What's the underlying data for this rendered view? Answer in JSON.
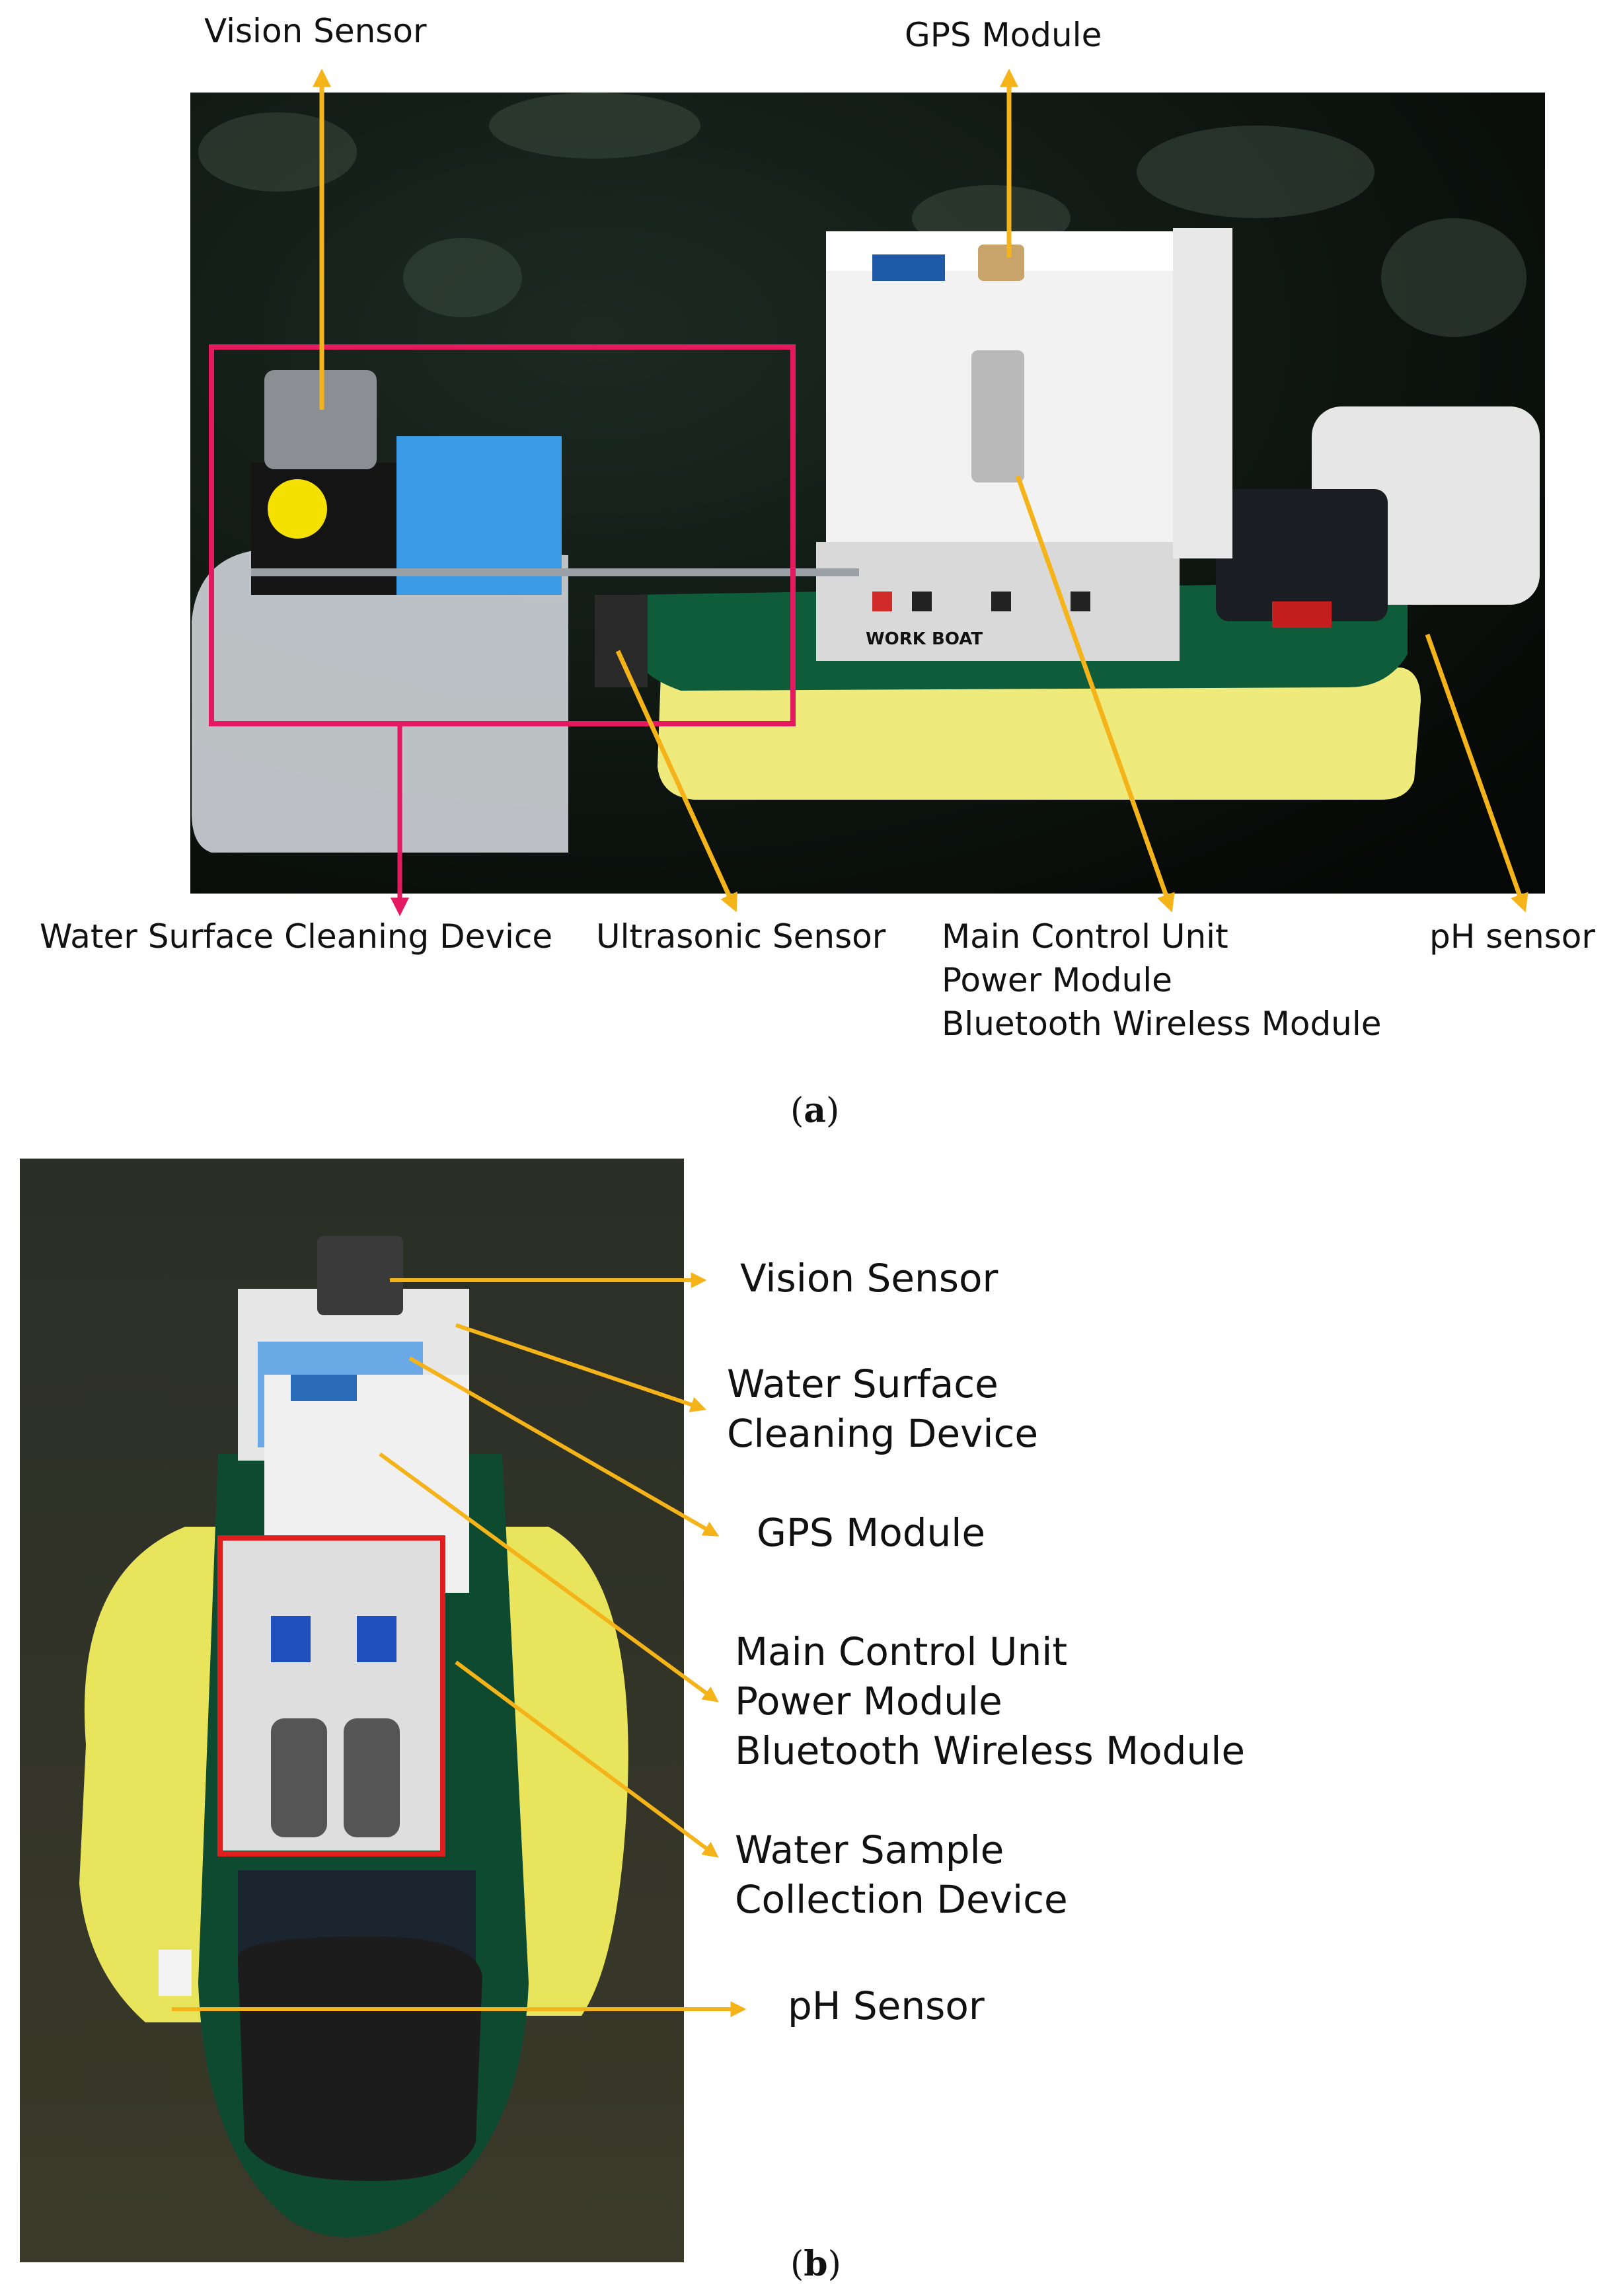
{
  "panel_a": {
    "caption_letter": "a",
    "labels": {
      "vision_sensor": "Vision Sensor",
      "gps_module": "GPS Module",
      "water_surface_cleaning_device": "Water Surface Cleaning Device",
      "ultrasonic_sensor": "Ultrasonic Sensor",
      "main_control_unit": "Main Control Unit",
      "power_module": "Power Module",
      "bluetooth_wireless_module": "Bluetooth Wireless Module",
      "ph_sensor": "pH sensor"
    },
    "boat_text": "WORK BOAT"
  },
  "panel_b": {
    "caption_letter": "b",
    "labels": {
      "vision_sensor": "Vision Sensor",
      "water_surface_line1": "Water Surface",
      "water_surface_line2": "Cleaning Device",
      "gps_module": "GPS Module",
      "main_control_unit": "Main Control Unit",
      "power_module": "Power Module",
      "bluetooth_wireless_module": "Bluetooth Wireless Module",
      "water_sample_line1": "Water Sample",
      "water_sample_line2": "Collection Device",
      "ph_sensor": "pH Sensor"
    }
  },
  "colors": {
    "arrow": "#f5b31a",
    "highlight_a": "#e5195f",
    "highlight_b": "#e11d1d",
    "water_dark": "#0b130f",
    "float_yellow": "#eeea7c",
    "hull_green": "#0f5c3a"
  }
}
